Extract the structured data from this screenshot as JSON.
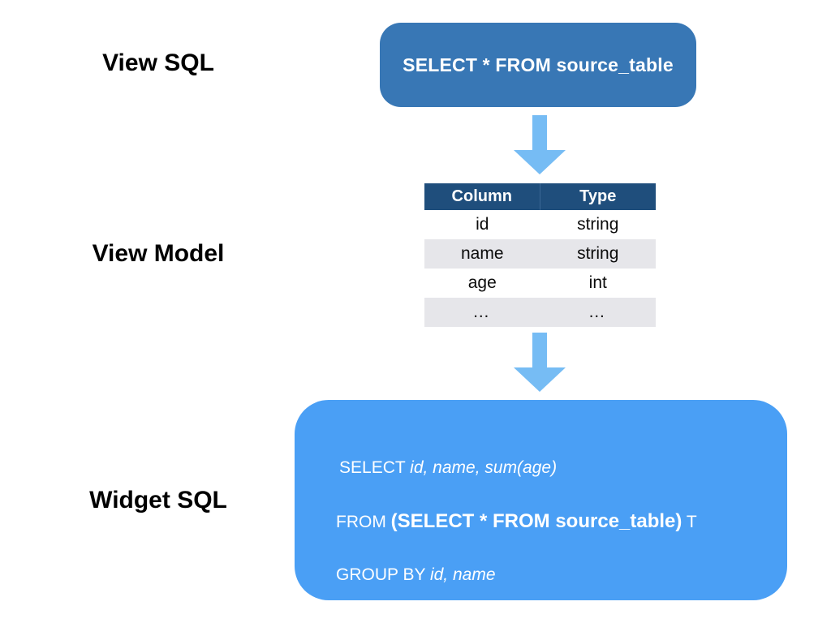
{
  "colors": {
    "view_sql_box_bg": "#3877B5",
    "widget_sql_box_bg": "#4A9FF5",
    "arrow": "#76BCF4",
    "table_header_bg": "#1F4E7C",
    "table_alt_row_bg": "#E6E6EA",
    "box_text": "#FFFFFF",
    "label_text": "#000000"
  },
  "icons": {
    "down_arrow": "block-down-arrow"
  },
  "view_sql": {
    "label": "View SQL",
    "box_text": "SELECT * FROM source_table"
  },
  "view_model": {
    "label": "View Model",
    "table": {
      "headers": [
        "Column",
        "Type"
      ],
      "rows": [
        [
          "id",
          "string"
        ],
        [
          "name",
          "string"
        ],
        [
          "age",
          "int"
        ],
        [
          "…",
          "…"
        ]
      ]
    }
  },
  "widget_sql": {
    "label": "Widget SQL",
    "lines": [
      {
        "segments": [
          {
            "text": "SELECT ",
            "style": "regular"
          },
          {
            "text": "id, name, sum(age)",
            "style": "italic"
          }
        ]
      },
      {
        "segments": [
          {
            "text": "FROM ",
            "style": "regular"
          },
          {
            "text": "(SELECT * FROM source_table)",
            "style": "bold"
          },
          {
            "text": " T",
            "style": "regular"
          }
        ]
      },
      {
        "segments": [
          {
            "text": "GROUP BY ",
            "style": "regular"
          },
          {
            "text": "id, name",
            "style": "italic"
          }
        ]
      }
    ]
  }
}
